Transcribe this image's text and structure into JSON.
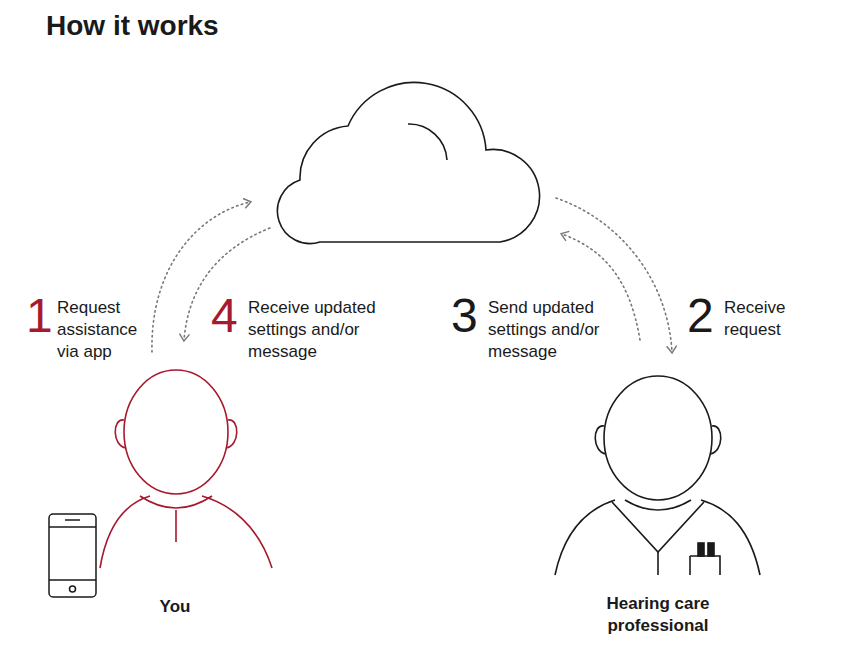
{
  "diagram": {
    "title": "How it works",
    "nodes": [
      {
        "text": [
          "You"
        ]
      },
      {
        "text": [
          "Hearing care professional"
        ]
      }
    ],
    "labels": [
      "1",
      "Request assistance via app",
      "4",
      "Receive updated settings and/or message",
      "3",
      "Send updated settings and/or message",
      "2",
      "Receive request"
    ]
  }
}
